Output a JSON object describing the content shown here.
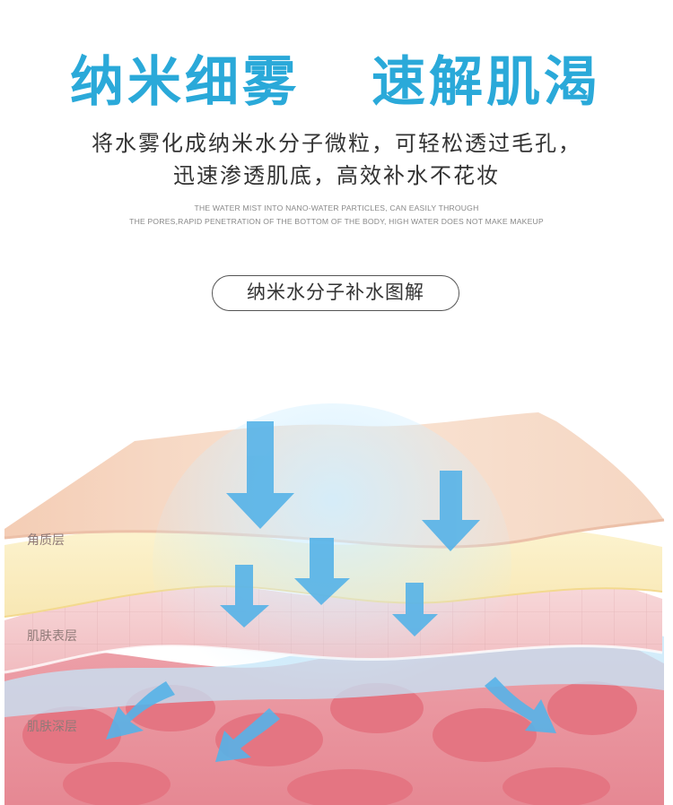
{
  "header": {
    "title_left": "纳米细雾",
    "title_right": "速解肌渴",
    "desc_line1": "将水雾化成纳米水分子微粒，可轻松透过毛孔，",
    "desc_line2": "迅速渗透肌底，高效补水不花妆",
    "en_line1": "THE WATER MIST INTO NANO-WATER PARTICLES, CAN EASILY THROUGH",
    "en_line2": "THE PORES,RAPID PENETRATION OF THE BOTTOM OF THE BODY, HIGH WATER DOES NOT MAKE MAKEUP"
  },
  "diagram": {
    "title": "纳米水分子补水图解",
    "layers": [
      {
        "label": "角质层",
        "color": "#f6d8c4"
      },
      {
        "label": "肌肤表层",
        "color": "#f3c4c6"
      },
      {
        "label": "肌肤深层",
        "color": "#e57d88"
      }
    ]
  },
  "colors": {
    "accent": "#2aa9d9",
    "arrow": "#56b3e8",
    "cream": "#fbf0c3"
  }
}
